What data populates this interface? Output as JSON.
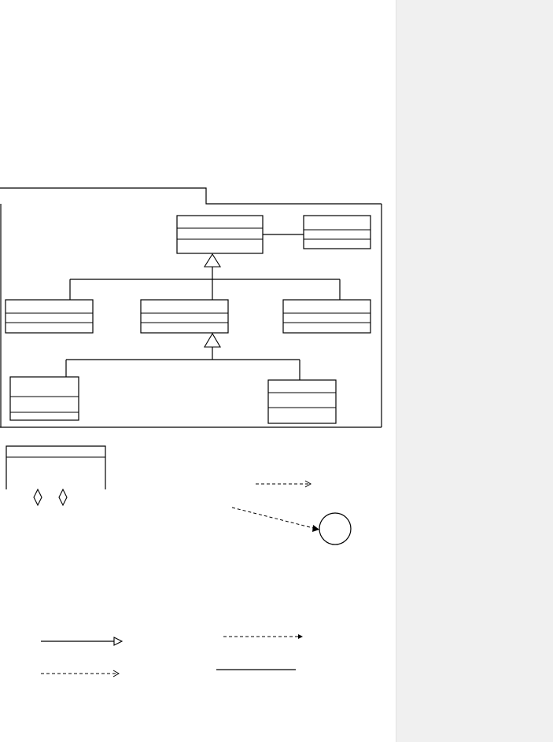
{
  "colors": {
    "page_background": "#ffffff",
    "comment_margin_background": "#f0f0f0",
    "line": "#000000"
  },
  "diagram": {
    "type": "uml-class-diagram",
    "package_frame": {
      "label": ""
    },
    "classes": [
      {
        "id": "top-parent",
        "name": ""
      },
      {
        "id": "associated",
        "name": ""
      },
      {
        "id": "child-left",
        "name": ""
      },
      {
        "id": "child-middle",
        "name": ""
      },
      {
        "id": "child-right",
        "name": ""
      },
      {
        "id": "grandchild-left",
        "name": ""
      },
      {
        "id": "grandchild-right",
        "name": ""
      }
    ],
    "relationships": [
      {
        "type": "association",
        "from": "top-parent",
        "to": "associated"
      },
      {
        "type": "generalization",
        "from": "child-left",
        "to": "top-parent"
      },
      {
        "type": "generalization",
        "from": "child-middle",
        "to": "top-parent"
      },
      {
        "type": "generalization",
        "from": "child-right",
        "to": "top-parent"
      },
      {
        "type": "generalization",
        "from": "grandchild-left",
        "to": "child-middle"
      },
      {
        "type": "generalization",
        "from": "grandchild-right",
        "to": "child-middle"
      }
    ]
  },
  "legend": {
    "symbols": [
      {
        "id": "class-box",
        "name": ""
      },
      {
        "id": "diamond-1",
        "name": ""
      },
      {
        "id": "diamond-2",
        "name": ""
      },
      {
        "id": "dependency-arrow",
        "name": ""
      },
      {
        "id": "interface-realization",
        "name": ""
      },
      {
        "id": "generalization-arrow",
        "name": ""
      },
      {
        "id": "realization-arrow",
        "name": ""
      },
      {
        "id": "dependency-filled-arrow",
        "name": ""
      },
      {
        "id": "association-line",
        "name": ""
      }
    ]
  }
}
